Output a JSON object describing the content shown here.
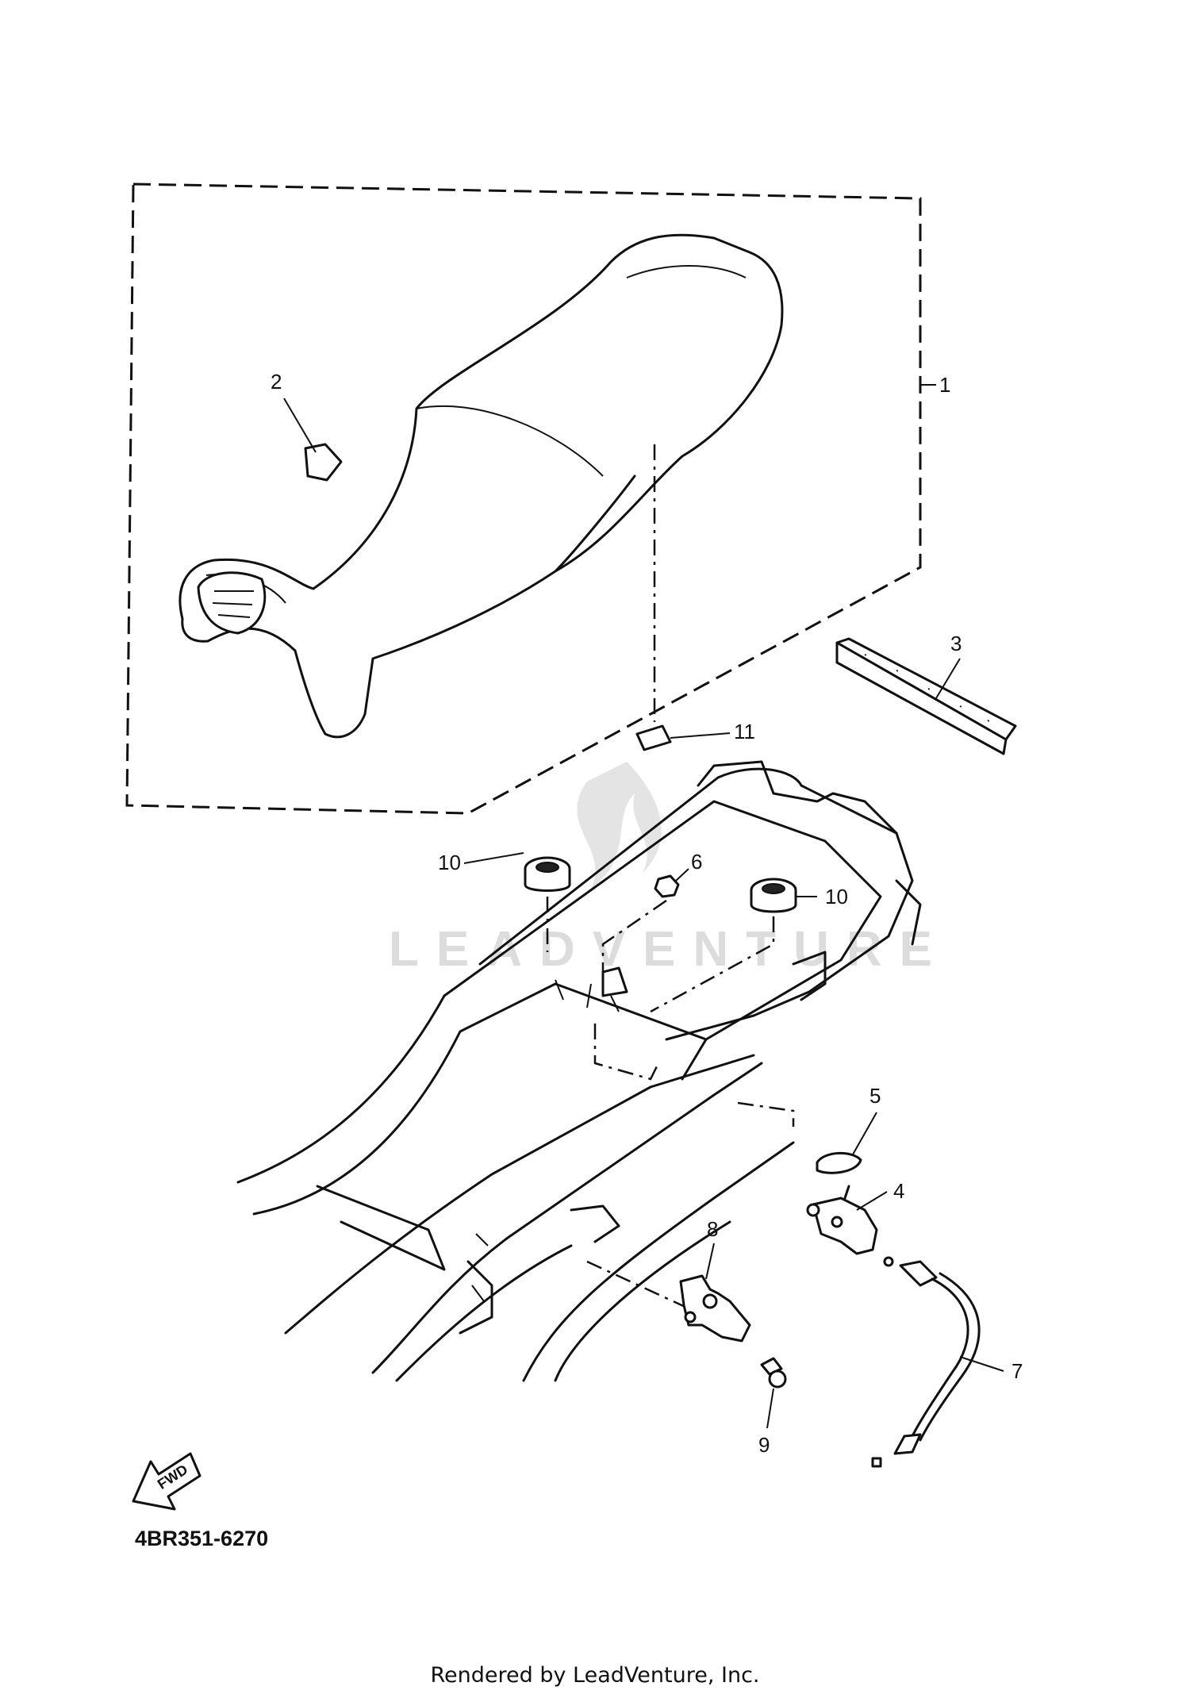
{
  "diagram": {
    "callouts": [
      {
        "id": "1",
        "label": "1"
      },
      {
        "id": "2",
        "label": "2"
      },
      {
        "id": "3",
        "label": "3"
      },
      {
        "id": "4",
        "label": "4"
      },
      {
        "id": "5",
        "label": "5"
      },
      {
        "id": "6",
        "label": "6"
      },
      {
        "id": "7",
        "label": "7"
      },
      {
        "id": "8",
        "label": "8"
      },
      {
        "id": "9",
        "label": "9"
      },
      {
        "id": "10a",
        "label": "10"
      },
      {
        "id": "10b",
        "label": "10"
      },
      {
        "id": "11",
        "label": "11"
      }
    ],
    "fwd_label": "FWD",
    "part_code": "4BR351-6270",
    "watermark": "LEADVENTURE"
  },
  "footer": {
    "rendered_by": "Rendered by LeadVenture, Inc."
  }
}
